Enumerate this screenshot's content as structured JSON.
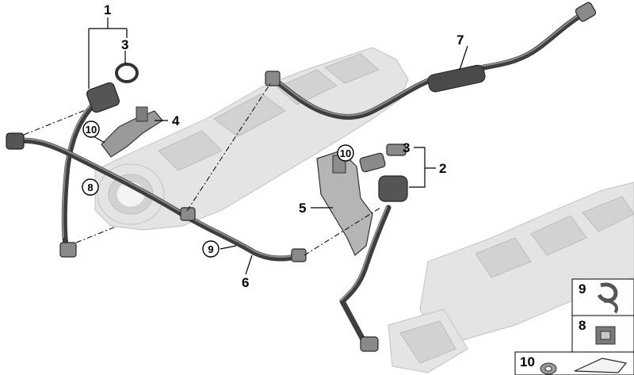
{
  "callouts": {
    "c1": "1",
    "c2": "2",
    "c3a": "3",
    "c3b": "3",
    "c4": "4",
    "c5": "5",
    "c6": "6",
    "c7": "7",
    "c8": "8",
    "c9": "9",
    "c10a": "10",
    "c10b": "10"
  },
  "legend": {
    "row9": "9",
    "row8": "8",
    "row10": "10"
  },
  "colors": {
    "hose": "#3e3e3e",
    "ghost_part": "#e4e4e4",
    "line": "#000000"
  }
}
